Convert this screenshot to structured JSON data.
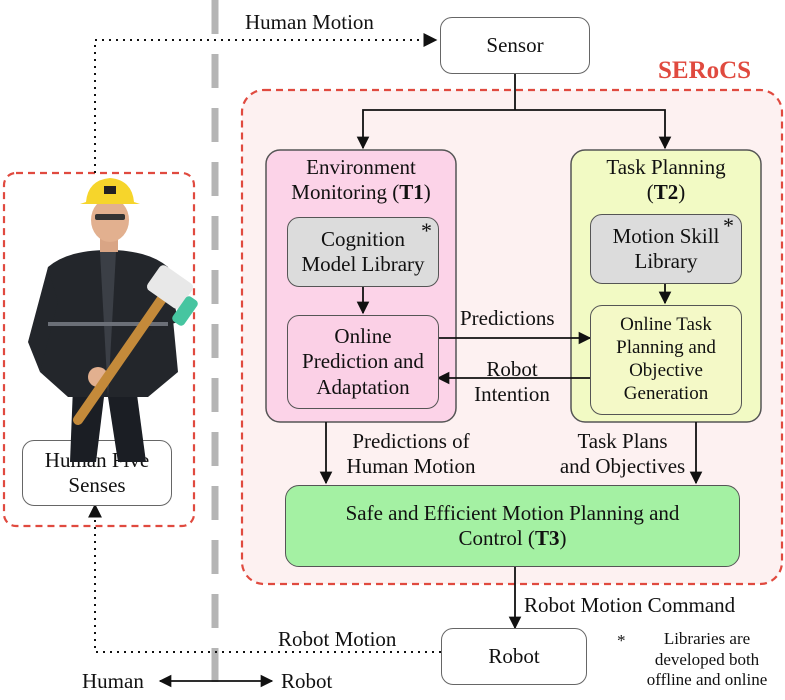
{
  "brand": "SERoCS",
  "nodes": {
    "sensor": "Sensor",
    "robot": "Robot",
    "human_senses": [
      "Human Five",
      "Senses"
    ],
    "env_monitor": {
      "line1": "Environment",
      "line2_pre": "Monitoring (",
      "tag": "T1",
      "line2_post": ")"
    },
    "task_planning": {
      "line1": "Task Planning",
      "tag_pre": "(",
      "tag": "T2",
      "tag_post": ")"
    },
    "cognition": [
      "Cognition",
      "Model Library"
    ],
    "motion_skill": [
      "Motion Skill",
      "Library"
    ],
    "online_pred": [
      "Online",
      "Prediction and",
      "Adaptation"
    ],
    "online_task": [
      "Online Task",
      "Planning and",
      "Objective",
      "Generation"
    ],
    "motion_planning": {
      "line1": "Safe and Efficient Motion Planning and",
      "line2_pre": "Control (",
      "tag": "T3",
      "line2_post": ")"
    }
  },
  "edges": {
    "human_motion": "Human Motion",
    "predictions": "Predictions",
    "robot_intention": [
      "Robot",
      "Intention"
    ],
    "predictions_of": [
      "Predictions of",
      "Human Motion"
    ],
    "task_plans": [
      "Task Plans",
      "and Objectives"
    ],
    "robot_motion_command": "Robot Motion Command",
    "robot_motion": "Robot Motion"
  },
  "footer": {
    "human": "Human",
    "robot": "Robot"
  },
  "footnote": {
    "star": "*",
    "lines": [
      "Libraries are",
      "developed both",
      "offline and online"
    ]
  },
  "star_mark": "*",
  "colors": {
    "accent_red": "#e04a3f",
    "serocs_bg": "#fdf1f1",
    "env_bg": "#fcd3e8",
    "task_bg": "#f2fac4",
    "divider": "#b5b5b5"
  }
}
